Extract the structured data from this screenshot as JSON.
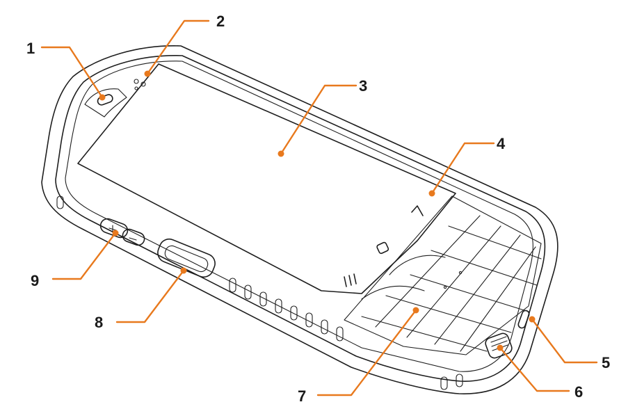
{
  "accent_color": "#e8791d",
  "callouts": [
    {
      "id": "1",
      "label": "1"
    },
    {
      "id": "2",
      "label": "2"
    },
    {
      "id": "3",
      "label": "3"
    },
    {
      "id": "4",
      "label": "4"
    },
    {
      "id": "5",
      "label": "5"
    },
    {
      "id": "6",
      "label": "6"
    },
    {
      "id": "7",
      "label": "7"
    },
    {
      "id": "8",
      "label": "8"
    },
    {
      "id": "9",
      "label": "9"
    }
  ]
}
